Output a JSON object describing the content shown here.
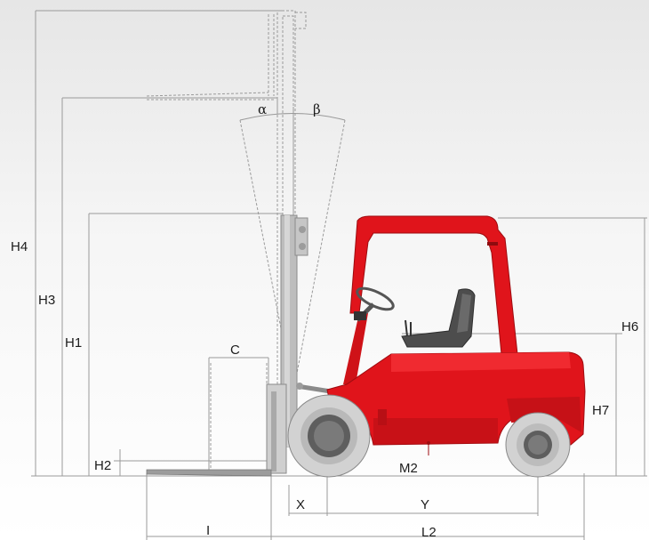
{
  "diagram": {
    "labels": {
      "H4": "H4",
      "H3": "H3",
      "H1": "H1",
      "H2": "H2",
      "H6": "H6",
      "H7": "H7",
      "C": "C",
      "alpha": "α",
      "beta": "β",
      "M2": "M2",
      "X": "X",
      "Y": "Y",
      "I": "I",
      "L2": "L2"
    },
    "colors": {
      "body": "#e0141b",
      "body_shade": "#b80f15",
      "tire": "#cfcfcf",
      "hub": "#5e5e5e",
      "mast": "#bdbdbd",
      "seat": "#4d4d4d",
      "dimension_line": "#9a9a9a"
    }
  }
}
